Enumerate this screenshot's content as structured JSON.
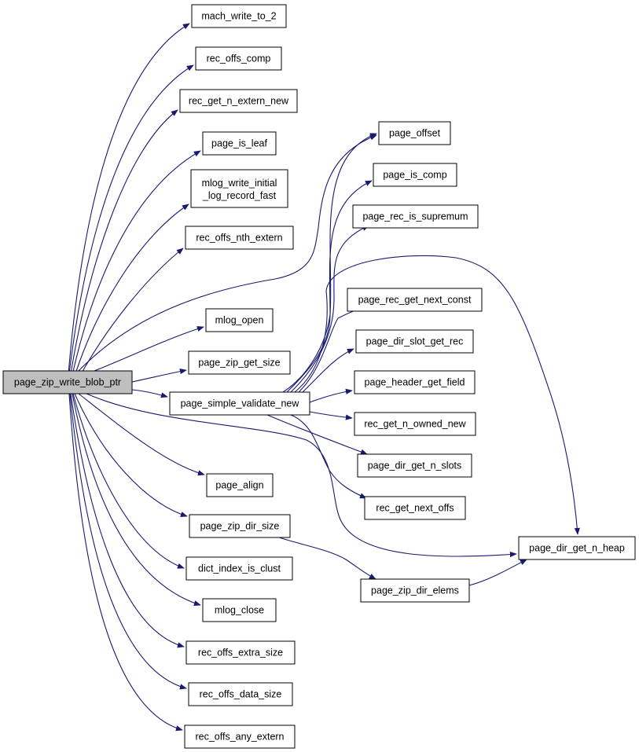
{
  "diagram": {
    "root": "page_zip_write_blob_ptr",
    "nodes": [
      {
        "id": "root",
        "label": "page_zip_write_blob_ptr",
        "highlight": true
      },
      {
        "id": "mach_write_to_2",
        "label": "mach_write_to_2"
      },
      {
        "id": "rec_offs_comp",
        "label": "rec_offs_comp"
      },
      {
        "id": "rec_get_n_extern_new",
        "label": "rec_get_n_extern_new"
      },
      {
        "id": "page_is_leaf",
        "label": "page_is_leaf"
      },
      {
        "id": "mlog_write_initial",
        "label": "mlog_write_initial",
        "label2": "_log_record_fast"
      },
      {
        "id": "rec_offs_nth_extern",
        "label": "rec_offs_nth_extern"
      },
      {
        "id": "mlog_open",
        "label": "mlog_open"
      },
      {
        "id": "page_zip_get_size",
        "label": "page_zip_get_size"
      },
      {
        "id": "page_simple_validate_new",
        "label": "page_simple_validate_new"
      },
      {
        "id": "page_align",
        "label": "page_align"
      },
      {
        "id": "page_zip_dir_size",
        "label": "page_zip_dir_size"
      },
      {
        "id": "dict_index_is_clust",
        "label": "dict_index_is_clust"
      },
      {
        "id": "mlog_close",
        "label": "mlog_close"
      },
      {
        "id": "rec_offs_extra_size",
        "label": "rec_offs_extra_size"
      },
      {
        "id": "rec_offs_data_size",
        "label": "rec_offs_data_size"
      },
      {
        "id": "rec_offs_any_extern",
        "label": "rec_offs_any_extern"
      },
      {
        "id": "page_offset",
        "label": "page_offset"
      },
      {
        "id": "page_is_comp",
        "label": "page_is_comp"
      },
      {
        "id": "page_rec_is_supremum",
        "label": "page_rec_is_supremum"
      },
      {
        "id": "page_rec_get_next_const",
        "label": "page_rec_get_next_const"
      },
      {
        "id": "page_dir_slot_get_rec",
        "label": "page_dir_slot_get_rec"
      },
      {
        "id": "page_header_get_field",
        "label": "page_header_get_field"
      },
      {
        "id": "rec_get_n_owned_new",
        "label": "rec_get_n_owned_new"
      },
      {
        "id": "page_dir_get_n_slots",
        "label": "page_dir_get_n_slots"
      },
      {
        "id": "rec_get_next_offs",
        "label": "rec_get_next_offs"
      },
      {
        "id": "page_dir_get_n_heap",
        "label": "page_dir_get_n_heap"
      },
      {
        "id": "page_zip_dir_elems",
        "label": "page_zip_dir_elems"
      }
    ],
    "edges": [
      [
        "root",
        "mach_write_to_2"
      ],
      [
        "root",
        "rec_offs_comp"
      ],
      [
        "root",
        "rec_get_n_extern_new"
      ],
      [
        "root",
        "page_is_leaf"
      ],
      [
        "root",
        "mlog_write_initial"
      ],
      [
        "root",
        "rec_offs_nth_extern"
      ],
      [
        "root",
        "page_offset"
      ],
      [
        "root",
        "mlog_open"
      ],
      [
        "root",
        "page_zip_get_size"
      ],
      [
        "root",
        "page_simple_validate_new"
      ],
      [
        "root",
        "page_dir_get_n_heap"
      ],
      [
        "root",
        "page_align"
      ],
      [
        "root",
        "page_zip_dir_size"
      ],
      [
        "root",
        "dict_index_is_clust"
      ],
      [
        "root",
        "mlog_close"
      ],
      [
        "root",
        "rec_offs_extra_size"
      ],
      [
        "root",
        "rec_offs_data_size"
      ],
      [
        "root",
        "rec_offs_any_extern"
      ],
      [
        "page_simple_validate_new",
        "page_offset"
      ],
      [
        "page_simple_validate_new",
        "page_is_comp"
      ],
      [
        "page_simple_validate_new",
        "page_rec_is_supremum"
      ],
      [
        "page_simple_validate_new",
        "page_dir_get_n_heap"
      ],
      [
        "page_simple_validate_new",
        "page_rec_get_next_const"
      ],
      [
        "page_simple_validate_new",
        "page_dir_slot_get_rec"
      ],
      [
        "page_simple_validate_new",
        "page_header_get_field"
      ],
      [
        "page_simple_validate_new",
        "rec_get_n_owned_new"
      ],
      [
        "page_simple_validate_new",
        "page_dir_get_n_slots"
      ],
      [
        "page_simple_validate_new",
        "rec_get_next_offs"
      ],
      [
        "page_zip_dir_size",
        "page_zip_dir_elems"
      ],
      [
        "page_zip_dir_elems",
        "page_dir_get_n_heap"
      ]
    ],
    "colors": {
      "edge": "#191970",
      "node_border": "#000000",
      "node_fill": "#ffffff",
      "root_fill": "#bfbfbf"
    }
  }
}
